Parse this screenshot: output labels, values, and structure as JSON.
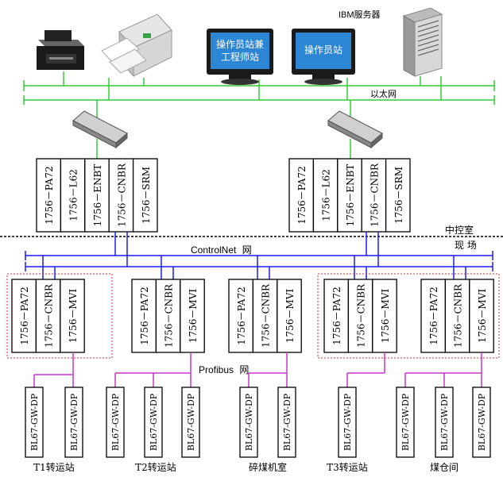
{
  "top": {
    "ibm_server_label": "IBM服务器",
    "ethernet_label": "以太网",
    "station1_line1": "操作员站兼",
    "station1_line2": "工程师站",
    "station2_label": "操作员站"
  },
  "racks": {
    "upper_left": [
      "1756－PA72",
      "1756－L62",
      "1756－ENBT",
      "1756－CNBR",
      "1756－SRM"
    ],
    "upper_right": [
      "1756－PA72",
      "1756－L62",
      "1756－ENBT",
      "1756－CNBR",
      "1756－SRM"
    ],
    "field": [
      [
        "1756－PA72",
        "1756－CNBR",
        "1756－MVI"
      ],
      [
        "1756－PA72",
        "1756－CNBR",
        "1756－MVI"
      ],
      [
        "1756－PA72",
        "1756－CNBR",
        "1756－MVI"
      ],
      [
        "1756－PA72",
        "1756－CNBR",
        "1756－MVI"
      ],
      [
        "1756－PA72",
        "1756－CNBR",
        "1756－MVI"
      ]
    ]
  },
  "labels": {
    "control_room": "中控室",
    "field": "现  场",
    "controlnet": "ControlNet",
    "controlnet_suffix": "网",
    "profibus": "Profibus",
    "profibus_suffix": "网"
  },
  "gateways": {
    "label": "BL67-GW-DP",
    "count": 11
  },
  "stations": [
    "T1转运站",
    "T2转运站",
    "碎煤机室",
    "T3转运站",
    "煤仓间"
  ],
  "colors": {
    "ethernet": "#33cc33",
    "controlnet": "#1a1aff",
    "profibus": "#cc33cc",
    "group_border": "#cc3333"
  }
}
